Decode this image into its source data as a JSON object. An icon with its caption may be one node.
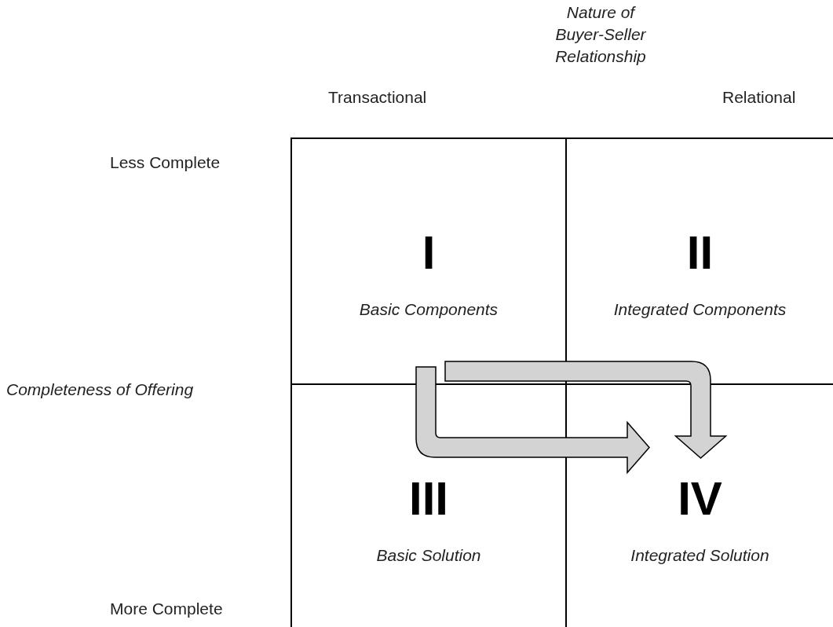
{
  "diagram": {
    "nodes": [
      {
        "text": [
          "I",
          "Basic Components"
        ]
      },
      {
        "text": [
          "II",
          "Integrated Components"
        ]
      },
      {
        "text": [
          "III",
          "Basic Solution"
        ]
      },
      {
        "text": [
          "IV",
          "Integrated Solution"
        ]
      }
    ],
    "edges": [
      {
        "from": 0,
        "to": 3,
        "arrow": "to"
      },
      {
        "from": 0,
        "to": 3,
        "arrow": "to"
      }
    ],
    "labels": [
      "Nature of Buyer-Seller Relationship",
      "Transactional",
      "Relational",
      "Less Complete",
      "Completeness of Offering",
      "More Complete"
    ]
  }
}
